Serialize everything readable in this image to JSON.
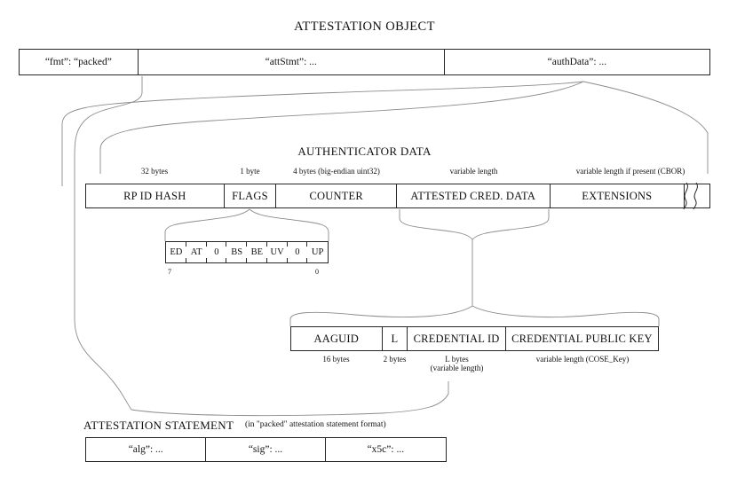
{
  "diagram": {
    "title": "ATTESTATION OBJECT"
  },
  "attestation_object": {
    "cells": [
      {
        "label": "“fmt”: “packed”"
      },
      {
        "label": "“attStmt”: ..."
      },
      {
        "label": "“authData”: ..."
      }
    ]
  },
  "authenticator_data": {
    "title": "AUTHENTICATOR DATA",
    "cells": [
      {
        "label": "RP ID HASH",
        "size": "32 bytes"
      },
      {
        "label": "FLAGS",
        "size": "1 byte"
      },
      {
        "label": "COUNTER",
        "size": "4 bytes (big-endian uint32)"
      },
      {
        "label": "ATTESTED CRED. DATA",
        "size": "variable length"
      },
      {
        "label": "EXTENSIONS",
        "size": "variable length if present (CBOR)"
      }
    ]
  },
  "flags": {
    "bits": [
      {
        "label": "ED"
      },
      {
        "label": "AT"
      },
      {
        "label": "0"
      },
      {
        "label": "BS"
      },
      {
        "label": "BE"
      },
      {
        "label": "UV"
      },
      {
        "label": "0"
      },
      {
        "label": "UP"
      }
    ],
    "msb_index": "7",
    "lsb_index": "0"
  },
  "attested_credential_data": {
    "cells": [
      {
        "label": "AAGUID",
        "size": "16 bytes"
      },
      {
        "label": "L",
        "size": "2 bytes"
      },
      {
        "label": "CREDENTIAL ID",
        "size": "L bytes",
        "size2": "(variable length)"
      },
      {
        "label": "CREDENTIAL PUBLIC KEY",
        "size": "variable length (COSE_Key)"
      }
    ]
  },
  "attestation_statement": {
    "title": "ATTESTATION STATEMENT",
    "note": "(in \"packed\" attestation statement format)",
    "cells": [
      {
        "label": "“alg”: ..."
      },
      {
        "label": "“sig”: ..."
      },
      {
        "label": "“x5c”: ..."
      }
    ]
  },
  "style": {
    "line_color": "#262626",
    "connector_color": "#8c8c8c",
    "background": "#ffffff"
  }
}
